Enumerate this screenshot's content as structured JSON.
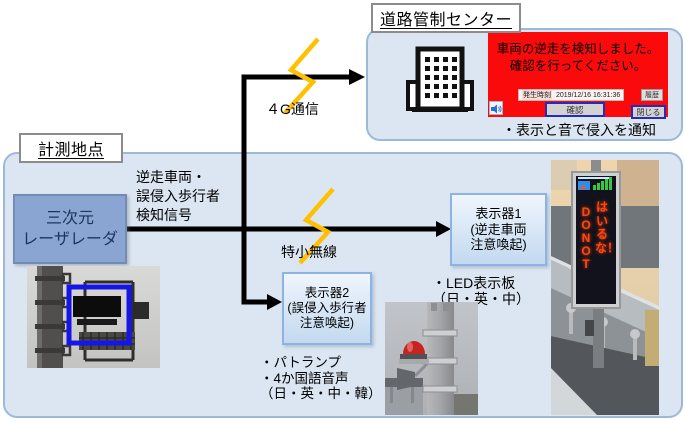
{
  "control_center": {
    "title": "道路管制センター",
    "note": "・表示と音で侵入を通知",
    "alert": {
      "message_line1": "車両の逆走を検知しました。",
      "message_line2": "確認を行ってください。",
      "time_label": "発生時刻",
      "time_value": "2019/12/16 16:31:36",
      "history_button": "履歴",
      "confirm_button": "確認",
      "close_button": "閉じる"
    }
  },
  "site": {
    "title": "計測地点",
    "sensor": {
      "line1": "三次元",
      "line2": "レーザレーダ"
    },
    "signal": {
      "line1": "逆走車両・",
      "line2": "誤侵入歩行者",
      "line3": "検知信号"
    },
    "link_4g": "４G通信",
    "link_radio": "特小無線",
    "display1": {
      "title": "表示器1",
      "sub1": "(逆走車両",
      "sub2": "注意喚起)"
    },
    "display1_notes": {
      "line1": "・LED表示板",
      "line2": "（日・英・中）"
    },
    "display2": {
      "title": "表示器2",
      "sub1": "(誤侵入歩行者",
      "sub2": "注意喚起)"
    },
    "display2_notes": {
      "line1": "・パトランプ",
      "line2": "・4か国語音声",
      "line3": "（日・英・中・韓）"
    },
    "led_sign": {
      "en": "DO NOT",
      "jp": "はいるな！"
    }
  },
  "icons": {
    "building": "building-icon",
    "speaker": "speaker-icon",
    "lightning_4g": "lightning-bolt-icon",
    "lightning_radio": "lightning-bolt-icon"
  },
  "colors": {
    "panel_fill": "#dce6f2",
    "panel_border": "#9cb9da",
    "sensor_fill": "#8aa5d1",
    "alert_red": "#fa0a0a",
    "lightning_yellow": "#ffc000",
    "display_border": "#8db3e2",
    "arrow_black": "#000000",
    "led_text_red": "#ff4512",
    "highlight_blue": "#1515e8"
  }
}
